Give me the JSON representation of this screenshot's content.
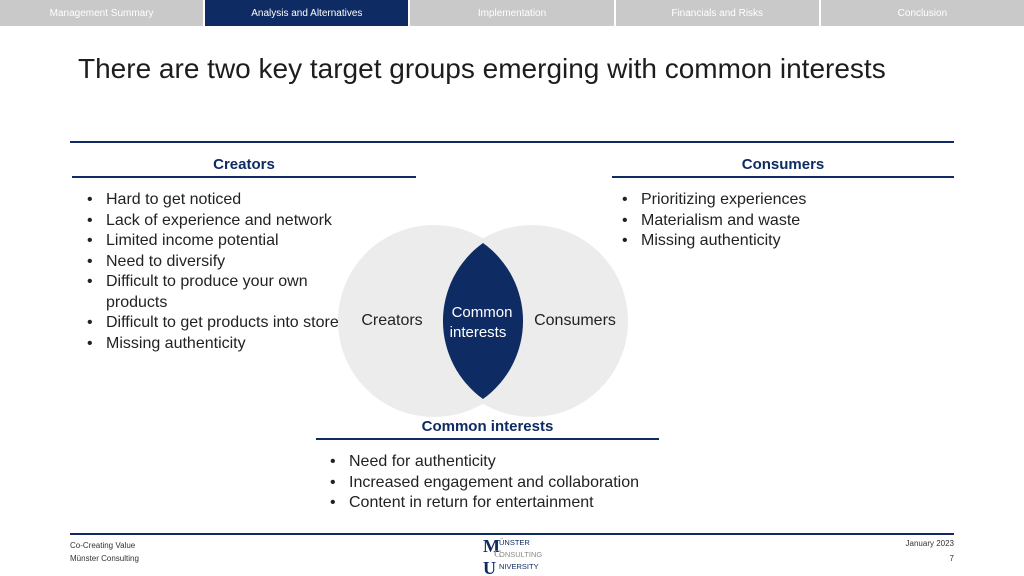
{
  "nav": {
    "tabs": [
      {
        "label": "Management Summary",
        "active": false
      },
      {
        "label": "Analysis and Alternatives",
        "active": true
      },
      {
        "label": "Implementation",
        "active": false
      },
      {
        "label": "Financials and Risks",
        "active": false
      },
      {
        "label": "Conclusion",
        "active": false
      }
    ]
  },
  "title": "There are two key target groups emerging with common interests",
  "creators": {
    "heading": "Creators",
    "items": [
      "Hard to get noticed",
      "Lack of experience and network",
      "Limited income potential",
      "Need to diversify",
      "Difficult to produce your own products",
      "Difficult to get products into stores",
      "Missing authenticity"
    ]
  },
  "consumers": {
    "heading": "Consumers",
    "items": [
      "Prioritizing experiences",
      "Materialism and waste",
      "Missing authenticity"
    ]
  },
  "venn": {
    "left_label": "Creators",
    "right_label": "Consumers",
    "middle_line1": "Common",
    "middle_line2": "interests"
  },
  "common": {
    "heading": "Common interests",
    "items": [
      "Need for authenticity",
      "Increased engagement and collaboration",
      "Content in return for entertainment"
    ]
  },
  "footer": {
    "line1": "Co-Creating Value",
    "line2": "Münster Consulting",
    "date": "January 2023",
    "page": "7",
    "logo_top": "ÜNSTER",
    "logo_mid": "ONSULTING",
    "logo_bot": "NIVERSITY"
  },
  "colors": {
    "brand_navy": "#0f2b63",
    "tab_inactive": "#c9c9c9",
    "circle_fill": "#ececec"
  }
}
